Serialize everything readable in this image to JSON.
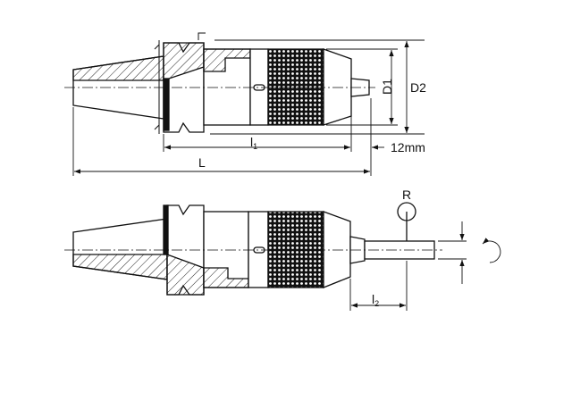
{
  "labels": {
    "d1": "D1",
    "d2": "D2",
    "l1": "l",
    "l1_sub": "1",
    "offset": "12mm",
    "L": "L",
    "R": "R",
    "l2": "l",
    "l2_sub": "2"
  }
}
